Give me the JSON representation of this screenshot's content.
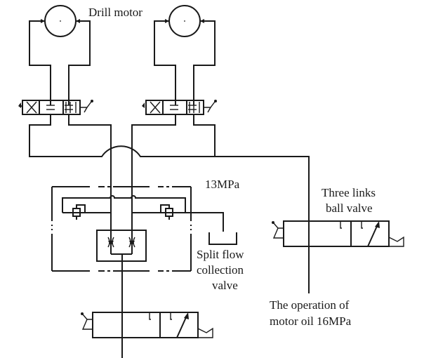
{
  "diagram": {
    "title": "Hydraulic drilling circuit",
    "labels": {
      "drill_motor": "Drill motor",
      "pressure_13": "13MPa",
      "three_links_1": "Three links",
      "three_links_2": "ball valve",
      "split_1": "Split flow",
      "split_2": "collection",
      "split_3": "valve",
      "operation_1": "The operation of",
      "operation_2": "motor oil 16MPa"
    },
    "components": [
      {
        "id": "motor-left",
        "type": "hydraulic-motor"
      },
      {
        "id": "motor-right",
        "type": "hydraulic-motor"
      },
      {
        "id": "directional-valve-left",
        "type": "manual-directional-valve"
      },
      {
        "id": "directional-valve-right",
        "type": "manual-directional-valve"
      },
      {
        "id": "relief-valve-left",
        "type": "relief-valve"
      },
      {
        "id": "relief-valve-right",
        "type": "relief-valve"
      },
      {
        "id": "split-flow-collection-valve",
        "type": "flow-divider"
      },
      {
        "id": "tank",
        "type": "reservoir"
      },
      {
        "id": "three-links-ball-valve-upper",
        "type": "ball-valve"
      },
      {
        "id": "three-links-ball-valve-lower",
        "type": "ball-valve"
      }
    ],
    "line_color": "#1a1a1a"
  }
}
